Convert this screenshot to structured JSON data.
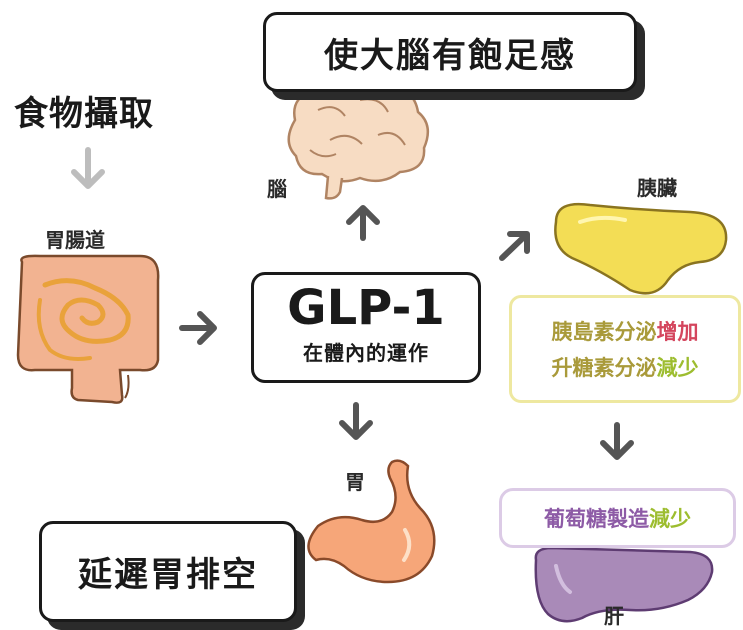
{
  "food_intake": "食物攝取",
  "gut_label": "胃腸道",
  "brain_box": "使大腦有飽足感",
  "brain_label": "腦",
  "glp": {
    "title": "GLP-1",
    "subtitle": "在體內的運作"
  },
  "pancreas_label": "胰臟",
  "pancreas_box": {
    "line1_text": "胰島素分泌",
    "line1_effect": "增加",
    "line2_text": "升糖素分泌",
    "line2_effect": "減少"
  },
  "stomach_label": "胃",
  "stomach_box": "延遲胃排空",
  "liver_box": {
    "text": "葡萄糖製造",
    "effect": "減少"
  },
  "liver_label": "肝",
  "colors": {
    "arrow": "#555555",
    "arrow_light": "#bdbdbd",
    "gut": "#f2b391",
    "brain": "#f7dcc3",
    "pancreas": "#f3dd55",
    "stomach": "#f6a679",
    "liver": "#a98ab8",
    "increase": "#d4455d",
    "decrease": "#9dbd2f"
  }
}
